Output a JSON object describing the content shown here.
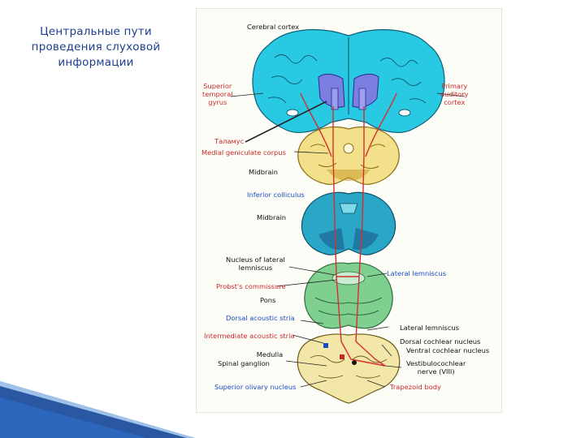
{
  "title_lines": [
    "Центральные пути",
    "проведения слуховой",
    "информации"
  ],
  "labels": {
    "cerebral_cortex": "Cerebral cortex",
    "superior_temporal_gyrus": [
      "Superior",
      "temporal",
      "gyrus"
    ],
    "primary_auditory_cortex": [
      "Primary",
      "auditory",
      "cortex"
    ],
    "thalamus": "Таламус",
    "medial_geniculate": "Medial geniculate corpus",
    "midbrain_upper": "Midbrain",
    "inferior_colliculus": "Inferior colliculus",
    "midbrain_lower": "Midbrain",
    "nucleus_lateral_lemniscus": [
      "Nucleus of lateral",
      "lemniscus"
    ],
    "lateral_lemniscus_1": "Lateral lemniscus",
    "probst_commissure": "Probst's commissure",
    "pons": "Pons",
    "dorsal_acoustic_stria": "Dorsal acoustic stria",
    "lateral_lemniscus_2": "Lateral lemniscus",
    "intermediate_acoustic_stria": "Intermediate acoustic stria",
    "dorsal_cochlear_nucleus": "Dorsal cochlear nucleus",
    "ventral_cochlear_nucleus": "Ventral cochlear nucleus",
    "medulla": "Medulla",
    "spinal_ganglion": "Spinal ganglion",
    "vestibulocochlear_nerve": [
      "Vestibulocochlear",
      "nerve (VIII)"
    ],
    "superior_olivary_nucleus": "Superior olivary nucleus",
    "trapezoid_body": "Trapezoid body"
  },
  "colors": {
    "title": "#1c3f8c",
    "cortex": "#29c9e4",
    "thalamus_core": "#7b7fe0",
    "midbrain_upper": "#f3e08a",
    "midbrain_lower": "#2aa6c6",
    "pons": "#7fcf90",
    "medulla": "#f2e6a8",
    "pathway": "#d32f2f",
    "corner_wedge": "#1e4e9c"
  }
}
